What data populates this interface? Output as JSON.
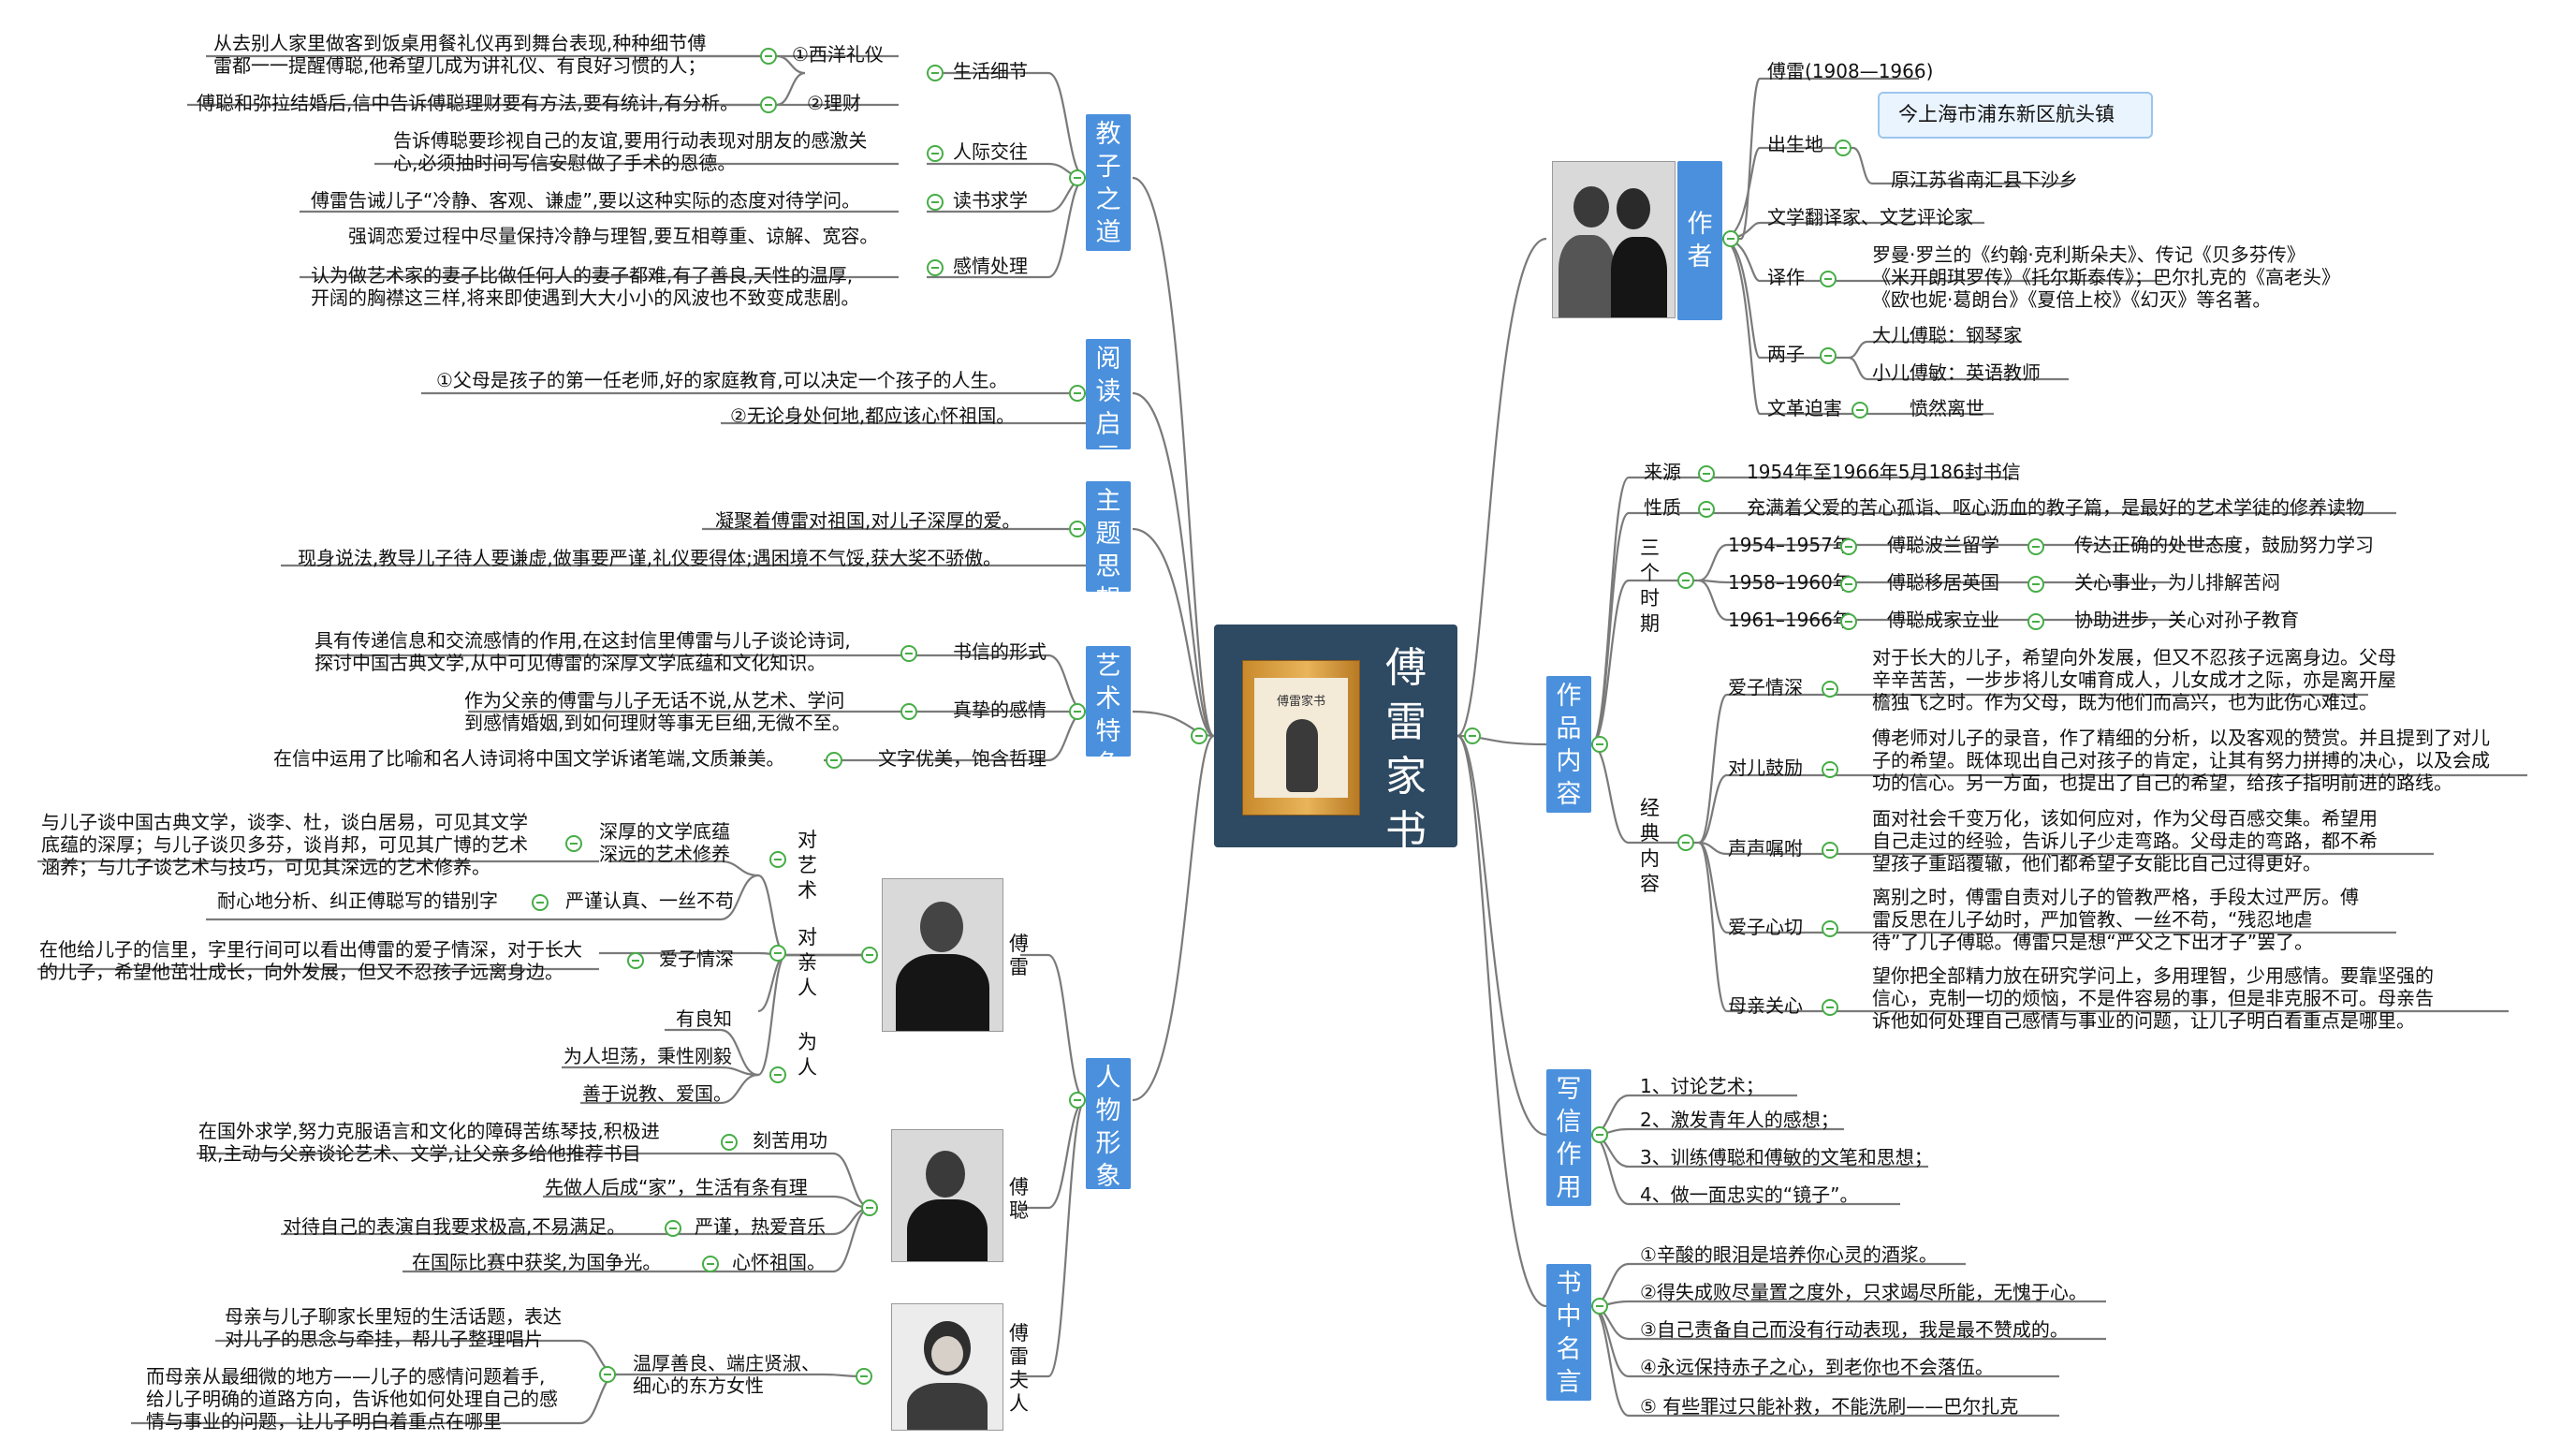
{
  "center": {
    "title": "傅雷家书"
  },
  "left": {
    "jiaozi": {
      "label": "教子之道",
      "shenghuo": {
        "label": "生活细节",
        "xiyang": {
          "label": "①西洋礼仪",
          "text1": "从去别人家里做客到饭桌用餐礼仪再到舞台表现,种种细节傅",
          "text2": "雷都一一提醒傅聪,他希望儿成为讲礼仪、有良好习惯的人；"
        },
        "licai": {
          "label": "②理财",
          "text": "傅聪和弥拉结婚后,信中告诉傅聪理财要有方法,要有统计,有分析。"
        }
      },
      "renji": {
        "label": "人际交往",
        "text1": "告诉傅聪要珍视自己的友谊,要用行动表现对朋友的感激关",
        "text2": "心,必须抽时间写信安慰做了手术的恩德。"
      },
      "dushu": {
        "label": "读书求学",
        "text": "傅雷告诫儿子“冷静、客观、谦虚”,要以这种实际的态度对待学问。"
      },
      "ganqing": {
        "label": "感情处理",
        "text1": "强调恋爱过程中尽量保持冷静与理智,要互相尊重、谅解、宽容。",
        "text2": "认为做艺术家的妻子比做任何人的妻子都难,有了善良,天性的温厚,",
        "text3": "开阔的胸襟这三样,将来即使遇到大大小小的风波也不致变成悲剧。"
      }
    },
    "yuedu": {
      "label": "阅读启示",
      "p1": "①父母是孩子的第一任老师,好的家庭教育,可以决定一个孩子的人生。",
      "p2": "②无论身处何地,都应该心怀祖国。"
    },
    "zhuti": {
      "label": "主题思想",
      "p1": "凝聚着傅雷对祖国,对儿子深厚的爱。",
      "p2": "现身说法,教导儿子待人要谦虚,做事要严谨,礼仪要得体;遇困境不气馁,获大奖不骄傲。"
    },
    "yishu": {
      "label": "艺术特色",
      "xinshu": {
        "label": "书信的形式",
        "text1": "具有传递信息和交流感情的作用,在这封信里傅雷与儿子谈论诗词,",
        "text2": "探讨中国古典文学,从中可见傅雷的深厚文学底蕴和文化知识。"
      },
      "zhenzhi": {
        "label": "真挚的感情",
        "text1": "作为父亲的傅雷与儿子无话不说,从艺术、学问",
        "text2": "到感情婚姻,到如何理财等事无巨细,无微不至。"
      },
      "wenzi": {
        "label": "文字优美，饱含哲理",
        "text": "在信中运用了比喻和名人诗词将中国文学诉诸笔端,文质兼美。"
      }
    },
    "renwu": {
      "label": "人物形象",
      "fulei": {
        "name": "傅雷",
        "duiyishu": {
          "label": "对艺术",
          "shenhou": {
            "l1": "深厚的文学底蕴",
            "l2": "深远的艺术修养",
            "t1": "与儿子谈中国古典文学，谈李、杜，谈白居易，可见其文学",
            "t2": "底蕴的深厚；与儿子谈贝多芬，谈肖邦，可见其广博的艺术",
            "t3": "涵养；与儿子谈艺术与技巧，可见其深远的艺术修养。"
          },
          "yanjin": {
            "label": "严谨认真、一丝不苟",
            "text": "耐心地分析、纠正傅聪写的错别字"
          }
        },
        "duiqinren": {
          "label": "对亲人",
          "aizi": {
            "label": "爱子情深",
            "t1": "在他给儿子的信里，字里行间可以看出傅雷的爱子情深，对于长大",
            "t2": "的儿子，希望他茁壮成长，向外发展，但又不忍孩子远离身边。"
          }
        },
        "weiren": {
          "label": "为人",
          "i1": "有良知",
          "i2": "为人坦荡，秉性刚毅",
          "i3": "善于说教、爱国。"
        }
      },
      "fucong": {
        "name": "傅聪",
        "kekuang": {
          "label": "刻苦用功",
          "t1": "在国外求学,努力克服语言和文化的障碍苦练琴技,积极进",
          "t2": "取,主动与父亲谈论艺术、文学,让父亲多给他推荐书目"
        },
        "jia": {
          "text": "先做人后成“家”，生活有条有理"
        },
        "yanjin": {
          "label": "严谨，热爱音乐",
          "text": "对待自己的表演自我要求极高,不易满足。"
        },
        "xinhuai": {
          "label": "心怀祖国。",
          "text": "在国际比赛中获奖,为国争光。"
        }
      },
      "fufuren": {
        "name": "傅雷夫人",
        "wenliang": {
          "l1": "温厚善良、端庄贤淑、",
          "l2": "细心的东方女性",
          "a1": "母亲与儿子聊家长里短的生活话题，表达",
          "a2": "对儿子的思念与牵挂，帮儿子整理唱片",
          "b1": "而母亲从最细微的地方——儿子的感情问题着手,",
          "b2": "给儿子明确的道路方向，告诉他如何处理自己的感",
          "b3": "情与事业的问题，让儿子明白着重点在哪里"
        }
      }
    }
  },
  "right": {
    "zuozhe": {
      "label": "作者",
      "name": "傅雷(1908—1966)",
      "chusheng": {
        "label": "出生地",
        "callout": "今上海市浦东新区航头镇",
        "place": "原江苏省南汇县下沙乡"
      },
      "title": "文学翻译家、文艺评论家",
      "yizuo": {
        "label": "译作",
        "t1": "罗曼·罗兰的《约翰·克利斯朵夫》、传记《贝多芬传》",
        "t2": "《米开朗琪罗传》《托尔斯泰传》；巴尔扎克的《高老头》",
        "t3": "《欧也妮·葛朗台》《夏倍上校》《幻灭》等名著。"
      },
      "liangzi": {
        "label": "两子",
        "c1": "大儿傅聪：钢琴家",
        "c2": "小儿傅敏：英语教师"
      },
      "wenge": {
        "label": "文革迫害",
        "text": "愤然离世"
      }
    },
    "zuopin": {
      "label": "作品内容",
      "laiyuan": {
        "label": "来源",
        "text": "1954年至1966年5月186封书信"
      },
      "xingzhi": {
        "label": "性质",
        "text": "充满着父爱的苦心孤诣、呕心沥血的教子篇，是最好的艺术学徒的修养读物"
      },
      "sange": {
        "label": "三个时期",
        "periods": [
          {
            "years": "1954–1957年",
            "event": "傅聪波兰留学",
            "note": "传达正确的处世态度，鼓励努力学习"
          },
          {
            "years": "1958–1960年",
            "event": "傅聪移居英国",
            "note": "关心事业，为儿排解苦闷"
          },
          {
            "years": "1961–1966年",
            "event": "傅聪成家立业",
            "note": "协助进步，关心对孙子教育"
          }
        ]
      },
      "jingdian": {
        "label": "经典内容",
        "items": [
          {
            "label": "爱子情深",
            "lines": [
              "对于长大的儿子，希望向外发展，但又不忍孩子远离身边。父母",
              "辛辛苦苦，一步步将儿女哺育成人，儿女成才之际，亦是离开屋",
              "檐独飞之时。作为父母，既为他们而高兴，也为此伤心难过。"
            ]
          },
          {
            "label": "对儿鼓励",
            "lines": [
              "傅老师对儿子的录音，作了精细的分析，以及客观的赞赏。并且提到了对儿",
              "子的希望。既体现出自己对孩子的肯定，让其有努力拼搏的决心，以及会成",
              "功的信心。另一方面，也提出了自己的希望，给孩子指明前进的路线。"
            ]
          },
          {
            "label": "声声嘱咐",
            "lines": [
              "面对社会千变万化，该如何应对，作为父母百感交集。希望用",
              "自己走过的经验，告诉儿子少走弯路。父母走的弯路，都不希",
              "望孩子重蹈覆辙，他们都希望子女能比自己过得更好。"
            ]
          },
          {
            "label": "爱子心切",
            "lines": [
              "离别之时，傅雷自责对儿子的管教严格，手段太过严厉。傅",
              "雷反思在儿子幼时，严加管教、一丝不苟，“残忍地虐",
              "待”了儿子傅聪。傅雷只是想“严父之下出才子”罢了。"
            ]
          },
          {
            "label": "母亲关心",
            "lines": [
              "望你把全部精力放在研究学问上，多用理智，少用感情。要靠坚强的",
              "信心，克制一切的烦恼，不是件容易的事，但是非克服不可。母亲告",
              "诉他如何处理自己感情与事业的问题，让儿子明白看重点是哪里。"
            ]
          }
        ]
      }
    },
    "xiexin": {
      "label": "写信作用",
      "items": [
        "1、讨论艺术；",
        "2、激发青年人的感想；",
        "3、训练傅聪和傅敏的文笔和思想；",
        "4、做一面忠实的“镜子”。"
      ]
    },
    "mingyan": {
      "label": "书中名言",
      "items": [
        "①辛酸的眼泪是培养你心灵的酒浆。",
        "②得失成败尽量置之度外，只求竭尽所能，无愧于心。",
        "③自己责备自己而没有行动表现，我是最不赞成的。",
        "④永远保持赤子之心，到老你也不会落伍。",
        "⑤ 有些罪过只能补救，不能洗刷——巴尔扎克"
      ]
    }
  },
  "colors": {
    "node": "#4a90dd",
    "center": "#2e4962",
    "marker": "#46ad46",
    "line": "#7a7a7a",
    "callout": "#e9f4ff"
  }
}
